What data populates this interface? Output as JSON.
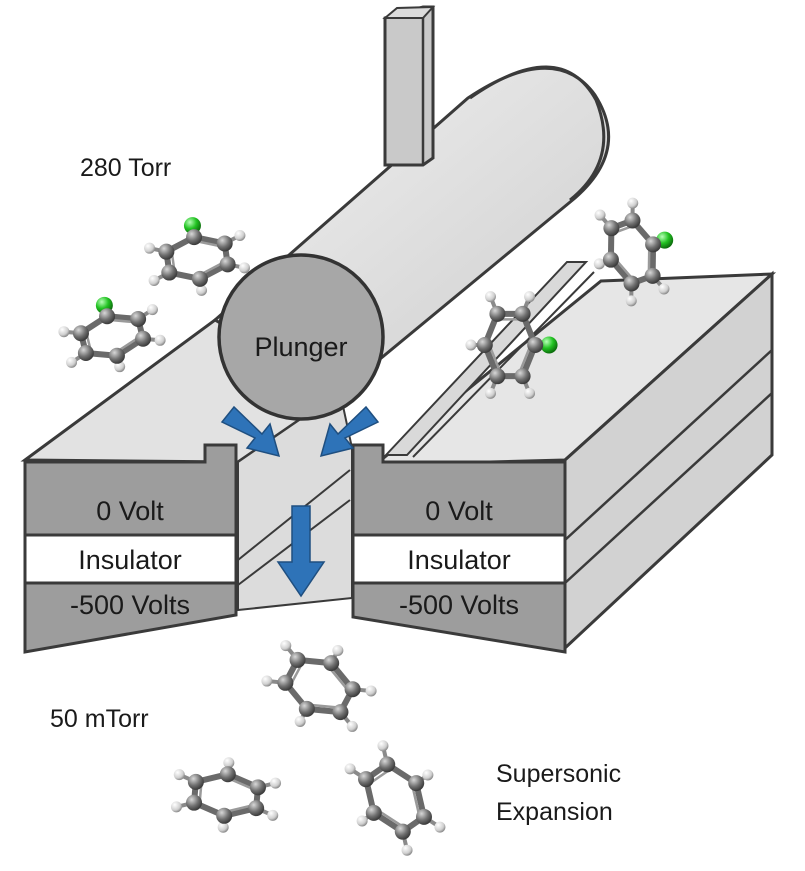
{
  "labels": {
    "pressure_high": "280 Torr",
    "pressure_low": "50 mTorr",
    "plunger": "Plunger",
    "left_electrode_top": "0 Volt",
    "left_insulator": "Insulator",
    "left_electrode_bottom": "-500 Volts",
    "right_electrode_top": "0 Volt",
    "right_insulator": "Insulator",
    "right_electrode_bottom": "-500 Volts",
    "expansion_line1": "Supersonic",
    "expansion_line2": "Expansion"
  },
  "colors": {
    "body_face": "#d6d6d6",
    "body_top": "#eaeaea",
    "body_side": "#c4c4c4",
    "electrode": "#9d9d9d",
    "insulator": "#ffffff",
    "plunger": "#a7a7a7",
    "arrow": "#2e73b8",
    "carbon": "#6e6e6e",
    "hydrogen": "#e2e2e2",
    "chlorine": "#22c322",
    "outline": "#3a3a3a"
  },
  "molecules": [
    {
      "kind": "chlorobenzene"
    },
    {
      "kind": "chlorobenzene"
    },
    {
      "kind": "chlorobenzene"
    },
    {
      "kind": "chlorobenzene"
    },
    {
      "kind": "benzene"
    },
    {
      "kind": "benzene"
    },
    {
      "kind": "benzene"
    }
  ]
}
